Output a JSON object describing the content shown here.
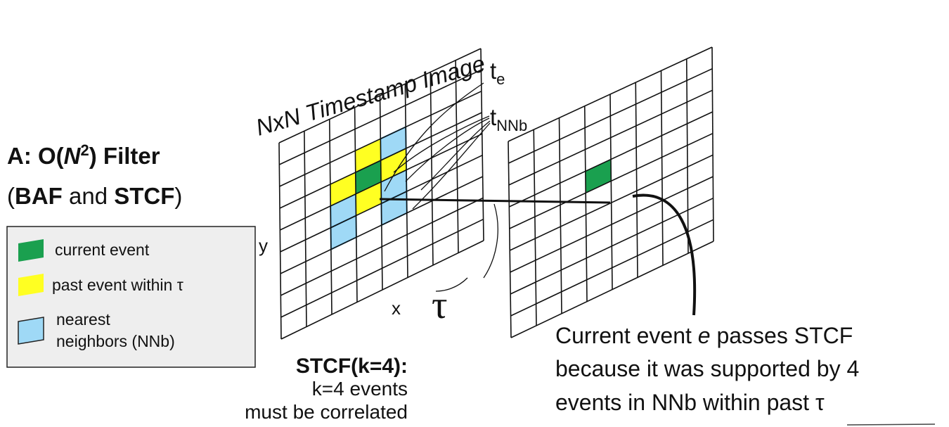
{
  "title": {
    "prefix": "A: O(",
    "n": "N",
    "exp": "2",
    "suffix": ") Filter"
  },
  "subtitle": {
    "open": "(",
    "baf": "BAF",
    "and": " and ",
    "stcf": "STCF",
    "close": ")"
  },
  "grid_label": {
    "n1": "N",
    "x": "x",
    "n2": "N",
    "rest": " Timestamp Image"
  },
  "axis": {
    "x": "x",
    "y": "y",
    "tau": "τ"
  },
  "callouts": {
    "te_base": "t",
    "te_sub": "e",
    "tnnb_base": "t",
    "tnnb_sub": "NNb"
  },
  "legend": {
    "current": "current event",
    "past": "past event within τ",
    "nn_line1": "nearest",
    "nn_line2": "neighbors (NNb)"
  },
  "stcf_note": {
    "head": "STCF(k=4):",
    "line1": "k=4 events",
    "line2": "must be correlated"
  },
  "result": {
    "l1a": "Current event ",
    "l1b": "e",
    "l1c": " passes STCF",
    "l2": "because it was supported by 4",
    "l3": "events in NNb within past τ"
  },
  "colors": {
    "current": "#1aa04f",
    "past": "#ffff22",
    "nn": "#9fd9f6",
    "grid": "#111111",
    "legend_bg": "#eeeeee"
  },
  "grid_info": {
    "rows": 9,
    "cols": 8
  },
  "cells": {
    "grid_a": [
      {
        "type": "nn",
        "row": 2,
        "col": 4
      },
      {
        "type": "nn",
        "row": 3,
        "col": 4
      },
      {
        "type": "nn",
        "row": 4,
        "col": 2
      },
      {
        "type": "nn",
        "row": 5,
        "col": 2
      },
      {
        "type": "nn",
        "row": 4,
        "col": 4
      },
      {
        "type": "nn",
        "row": 5,
        "col": 4
      },
      {
        "type": "past",
        "row": 3,
        "col": 2
      },
      {
        "type": "past",
        "row": 2,
        "col": 3
      },
      {
        "type": "past",
        "row": 4,
        "col": 3
      },
      {
        "type": "past",
        "row": 3,
        "col": 4
      },
      {
        "type": "current",
        "row": 3,
        "col": 3
      }
    ],
    "grid_b": [
      {
        "type": "current",
        "row": 3,
        "col": 3
      }
    ]
  }
}
